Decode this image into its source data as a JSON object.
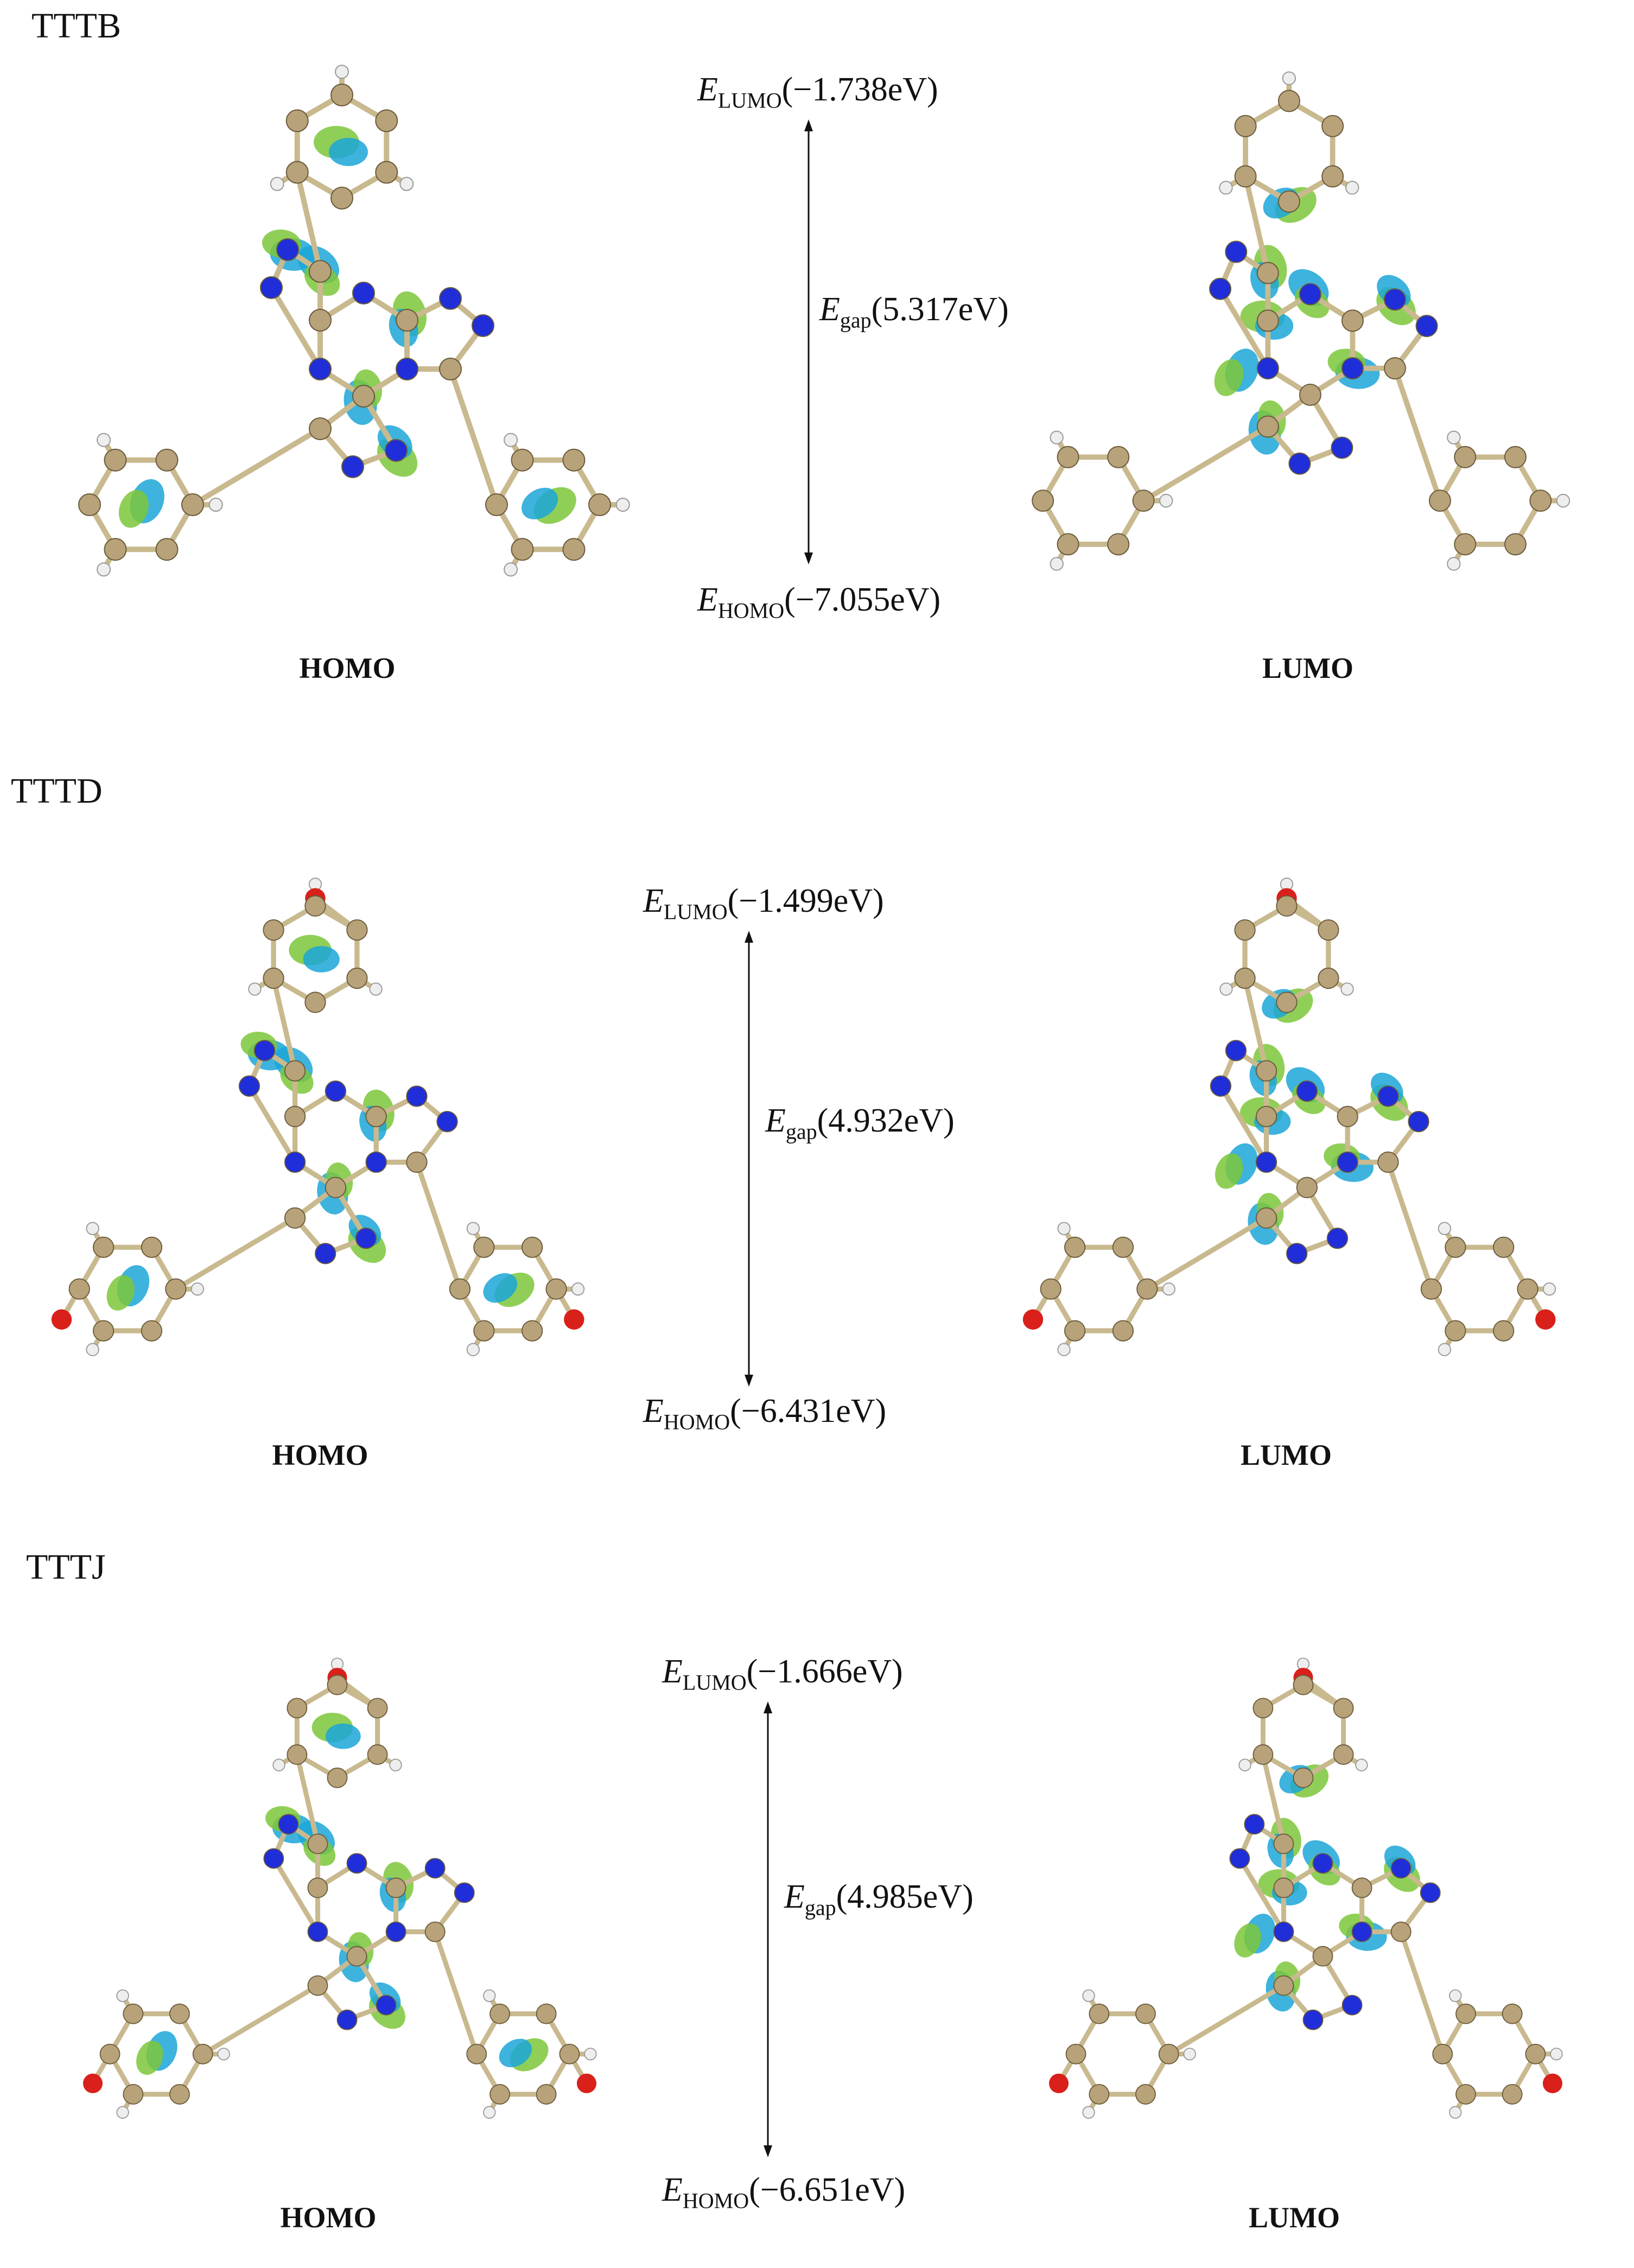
{
  "colors": {
    "carbon": "#b8a279",
    "nitrogen": "#1f2ed8",
    "oxygen": "#d9201a",
    "hydrogen": "#eeeeee",
    "bond": "#c9b98f",
    "orbital_pos": "#1ba6d8",
    "orbital_neg": "#7cc73a"
  },
  "panels": [
    {
      "title": "TTTB",
      "homo_label": "HOMO",
      "lumo_label": "LUMO",
      "lumo": {
        "sym": "E",
        "sub": "LUMO",
        "value": "(−1.738eV)"
      },
      "gap": {
        "sym": "E",
        "sub": "gap",
        "value": "(5.317eV)"
      },
      "homo": {
        "sym": "E",
        "sub": "HOMO",
        "value": "(−7.055eV)"
      }
    },
    {
      "title": "TTTD",
      "homo_label": "HOMO",
      "lumo_label": "LUMO",
      "lumo": {
        "sym": "E",
        "sub": "LUMO",
        "value": "(−1.499eV)"
      },
      "gap": {
        "sym": "E",
        "sub": "gap",
        "value": "(4.932eV)"
      },
      "homo": {
        "sym": "E",
        "sub": "HOMO",
        "value": "(−6.431eV)"
      }
    },
    {
      "title": "TTTJ",
      "homo_label": "HOMO",
      "lumo_label": "LUMO",
      "lumo": {
        "sym": "E",
        "sub": "LUMO",
        "value": "(−1.666eV)"
      },
      "gap": {
        "sym": "E",
        "sub": "gap",
        "value": "(4.985eV)"
      },
      "homo": {
        "sym": "E",
        "sub": "HOMO",
        "value": "(−6.651eV)"
      }
    }
  ]
}
